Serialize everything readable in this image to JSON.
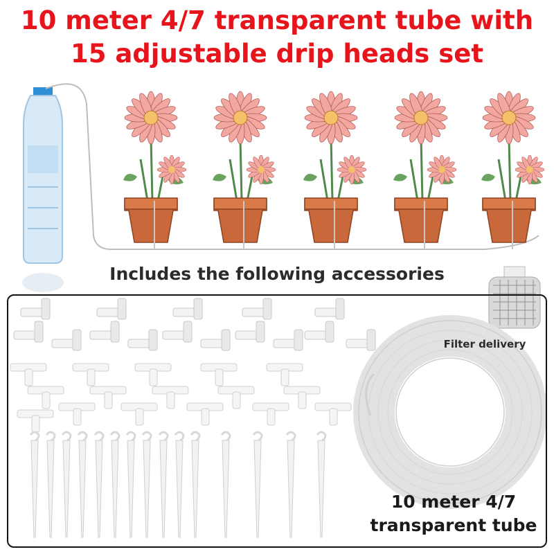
{
  "headline": {
    "line1": "10 meter 4/7 transparent tube with",
    "line2": "15 adjustable drip heads set"
  },
  "accessories_heading": "Includes the following accessories",
  "filter_label": "Filter delivery",
  "tube_label": {
    "line1": "10 meter 4/7",
    "line2": "transparent tube"
  },
  "colors": {
    "headline": "#e8141c",
    "petal": "#f2a7a0",
    "pot": "#c9683a",
    "bottle_cap": "#2f8fd6",
    "frame": "#111111"
  }
}
